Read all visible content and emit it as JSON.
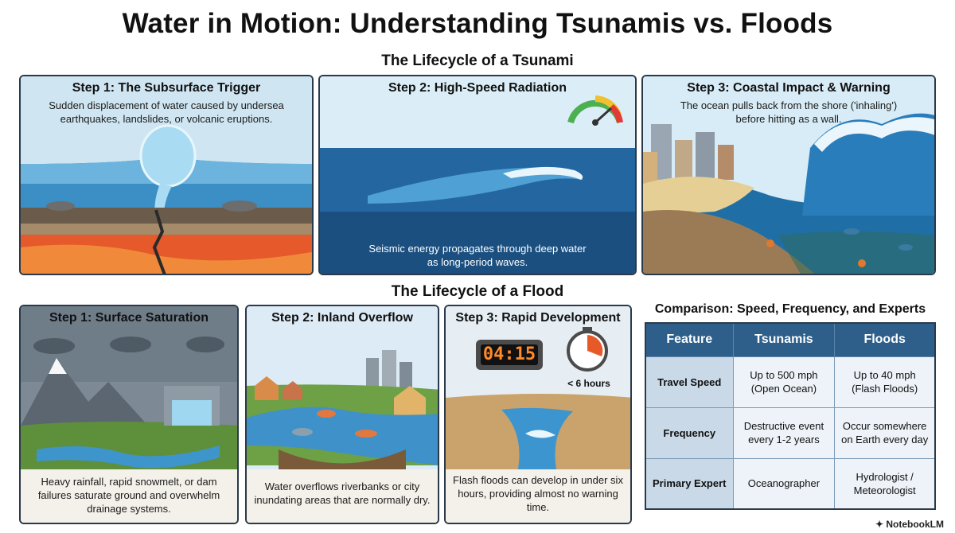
{
  "title": "Water in Motion: Understanding Tsunamis vs. Floods",
  "tsunami_section": {
    "heading": "The Lifecycle of a Tsunami",
    "steps": [
      {
        "title": "Step 1: The Subsurface Trigger",
        "text": "Sudden displacement of water caused by undersea earthquakes, landslides, or volcanic eruptions."
      },
      {
        "title": "Step 2: High-Speed Radiation",
        "text": "Seismic energy propagates through deep water as long-period waves."
      },
      {
        "title": "Step 3: Coastal Impact & Warning",
        "text": "The ocean pulls back from the shore ('inhaling') before hitting as a wall."
      }
    ]
  },
  "flood_section": {
    "heading": "The Lifecycle of a Flood",
    "steps": [
      {
        "title": "Step 1: Surface Saturation",
        "text": "Heavy rainfall, rapid snowmelt, or dam failures saturate ground and overwhelm drainage systems."
      },
      {
        "title": "Step 2: Inland Overflow",
        "text": "Water overflows riverbanks or city inundating areas that are normally dry."
      },
      {
        "title": "Step 3: Rapid Development",
        "text": "Flash floods can develop in under six hours, providing almost no warning time.",
        "clock": "04:15",
        "timer_label": "< 6 hours"
      }
    ]
  },
  "comparison": {
    "title": "Comparison: Speed, Frequency, and Experts",
    "headers": [
      "Feature",
      "Tsunamis",
      "Floods"
    ],
    "rows": [
      {
        "feature": "Travel Speed",
        "tsunamis": "Up to 500 mph (Open Ocean)",
        "floods": "Up to 40 mph (Flash Floods)"
      },
      {
        "feature": "Frequency",
        "tsunamis": "Destructive event every 1-2 years",
        "floods": "Occur somewhere on Earth every day"
      },
      {
        "feature": "Primary Expert",
        "tsunamis": "Oceanographer",
        "floods": "Hydrologist / Meteorologist"
      }
    ]
  },
  "branding": "NotebookLM",
  "colors": {
    "table_header": "#2e5f8a",
    "table_feature": "#c9d9e8",
    "ocean": "#1f5f95",
    "lava": "#e0531f"
  }
}
